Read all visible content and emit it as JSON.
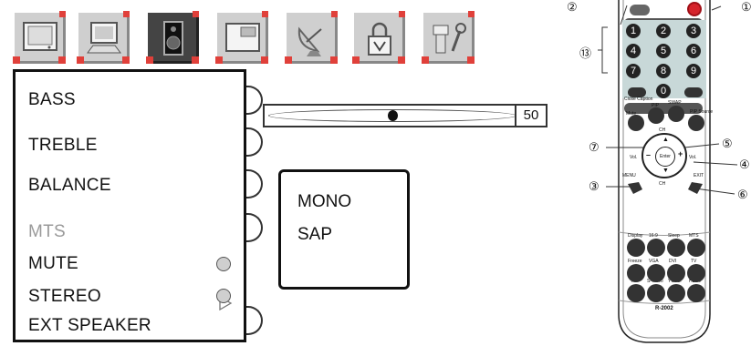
{
  "tabs": [
    {
      "icon": "tv-screen-icon",
      "active": false
    },
    {
      "icon": "computer-icon",
      "active": false
    },
    {
      "icon": "speaker-icon",
      "active": true
    },
    {
      "icon": "pip-window-icon",
      "active": false
    },
    {
      "icon": "satellite-dish-icon",
      "active": false
    },
    {
      "icon": "parental-lock-icon",
      "active": false
    },
    {
      "icon": "tools-icon",
      "active": false
    }
  ],
  "menu": {
    "items": [
      "BASS",
      "TREBLE",
      "BALANCE",
      "MTS",
      "MUTE",
      "STEREO",
      "EXT SPEAKER"
    ]
  },
  "slider": {
    "value": "50",
    "level": 0.5
  },
  "mts_submenu": {
    "options": [
      "MONO",
      "SAP"
    ]
  },
  "remote": {
    "model": "R-2002",
    "callouts": [
      "②",
      "①",
      "⑬",
      "⑦",
      "⑤",
      "④",
      "③",
      "⑥"
    ],
    "number_keys": [
      "1",
      "2",
      "3",
      "4",
      "5",
      "6",
      "7",
      "8",
      "9",
      "0"
    ],
    "close_caption": "Close Caption",
    "pip": "PIP",
    "swap": "SWAP",
    "pip_source": "PIP Source",
    "mute": "Mute",
    "ch_up": "CH",
    "ch_down": "CH",
    "vol_minus": "Vol.",
    "vol_plus": "Vol.",
    "enter": "Enter",
    "menu": "MENU",
    "exit": "EXIT",
    "function_keys": [
      "Display",
      "16:9",
      "Sleep",
      "MTS",
      "Freeze",
      "VGA",
      "DVI",
      "TV",
      "AV",
      "S-Video",
      "YCbCr",
      "HDTV"
    ]
  },
  "colors": {
    "tab_corner": "#e0403a",
    "tab_bg": "#cfcfcf",
    "tab_active_bg": "#444444",
    "remote_power": "#d6232b"
  }
}
